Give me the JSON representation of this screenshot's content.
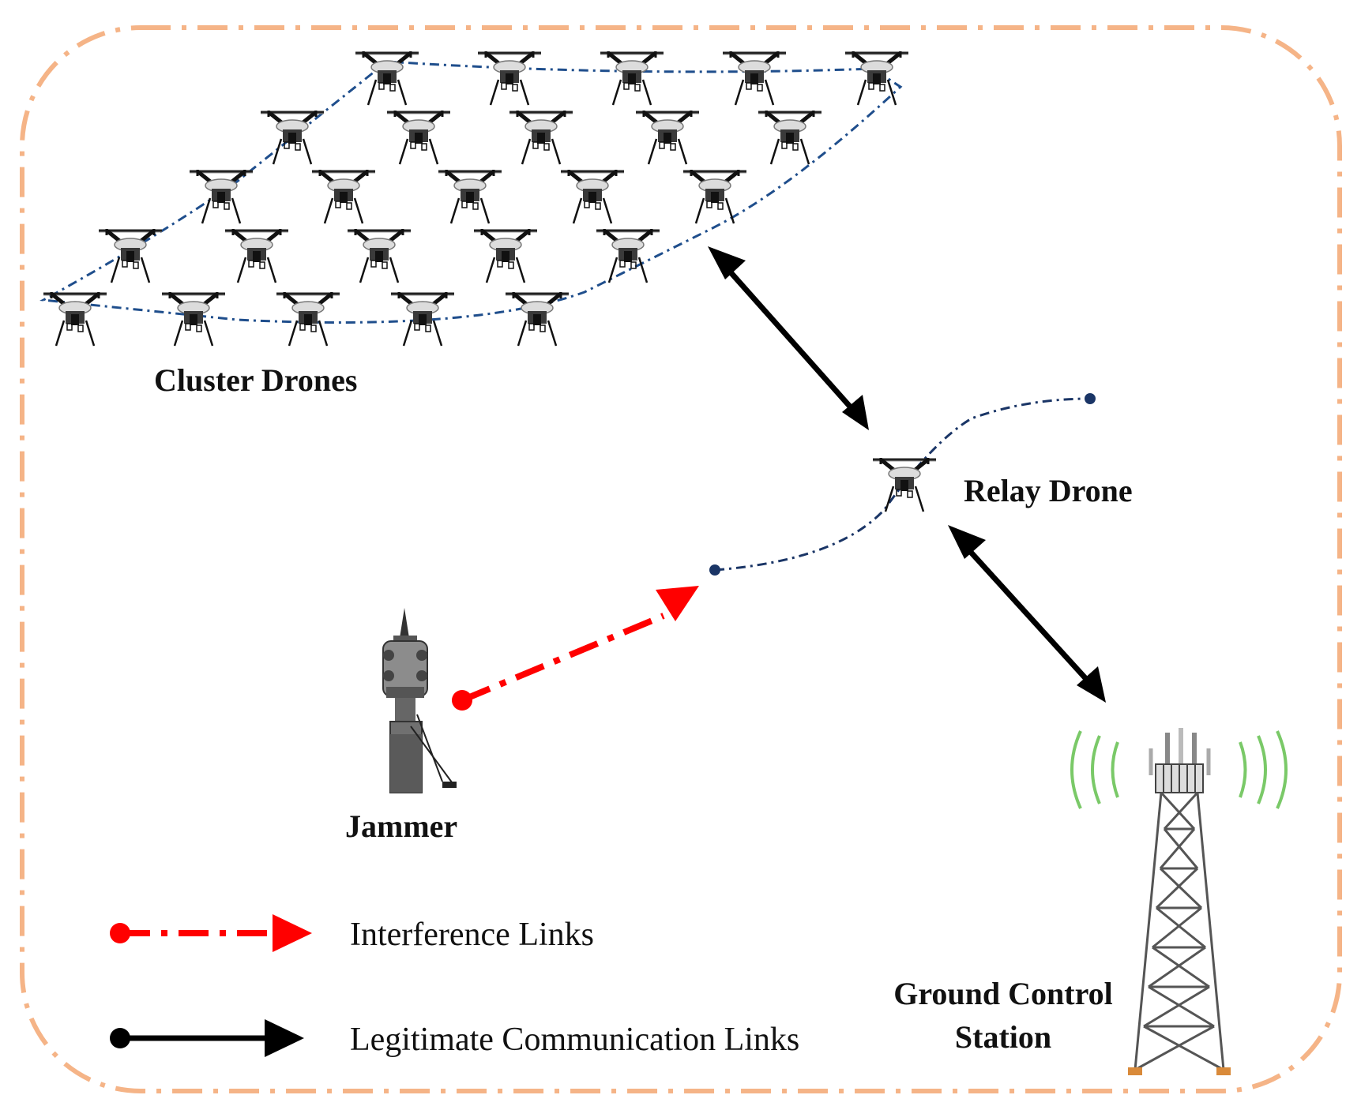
{
  "labels": {
    "cluster": "Cluster Drones",
    "relay": "Relay Drone",
    "jammer": "Jammer",
    "station_line1": "Ground Control",
    "station_line2": "Station"
  },
  "legend": {
    "interference": "Interference Links",
    "legitimate": "Legitimate Communication Links"
  },
  "colors": {
    "boundary": "#f5b487",
    "cluster_outline": "#1f4e8c",
    "trajectory": "#1a3566",
    "interference": "#ff0000",
    "legitimate": "#000000",
    "signal": "#7ac968"
  },
  "icons": {
    "drone": "quadcopter-drone-icon",
    "jammer": "jammer-tower-icon",
    "station": "lattice-tower-icon"
  }
}
